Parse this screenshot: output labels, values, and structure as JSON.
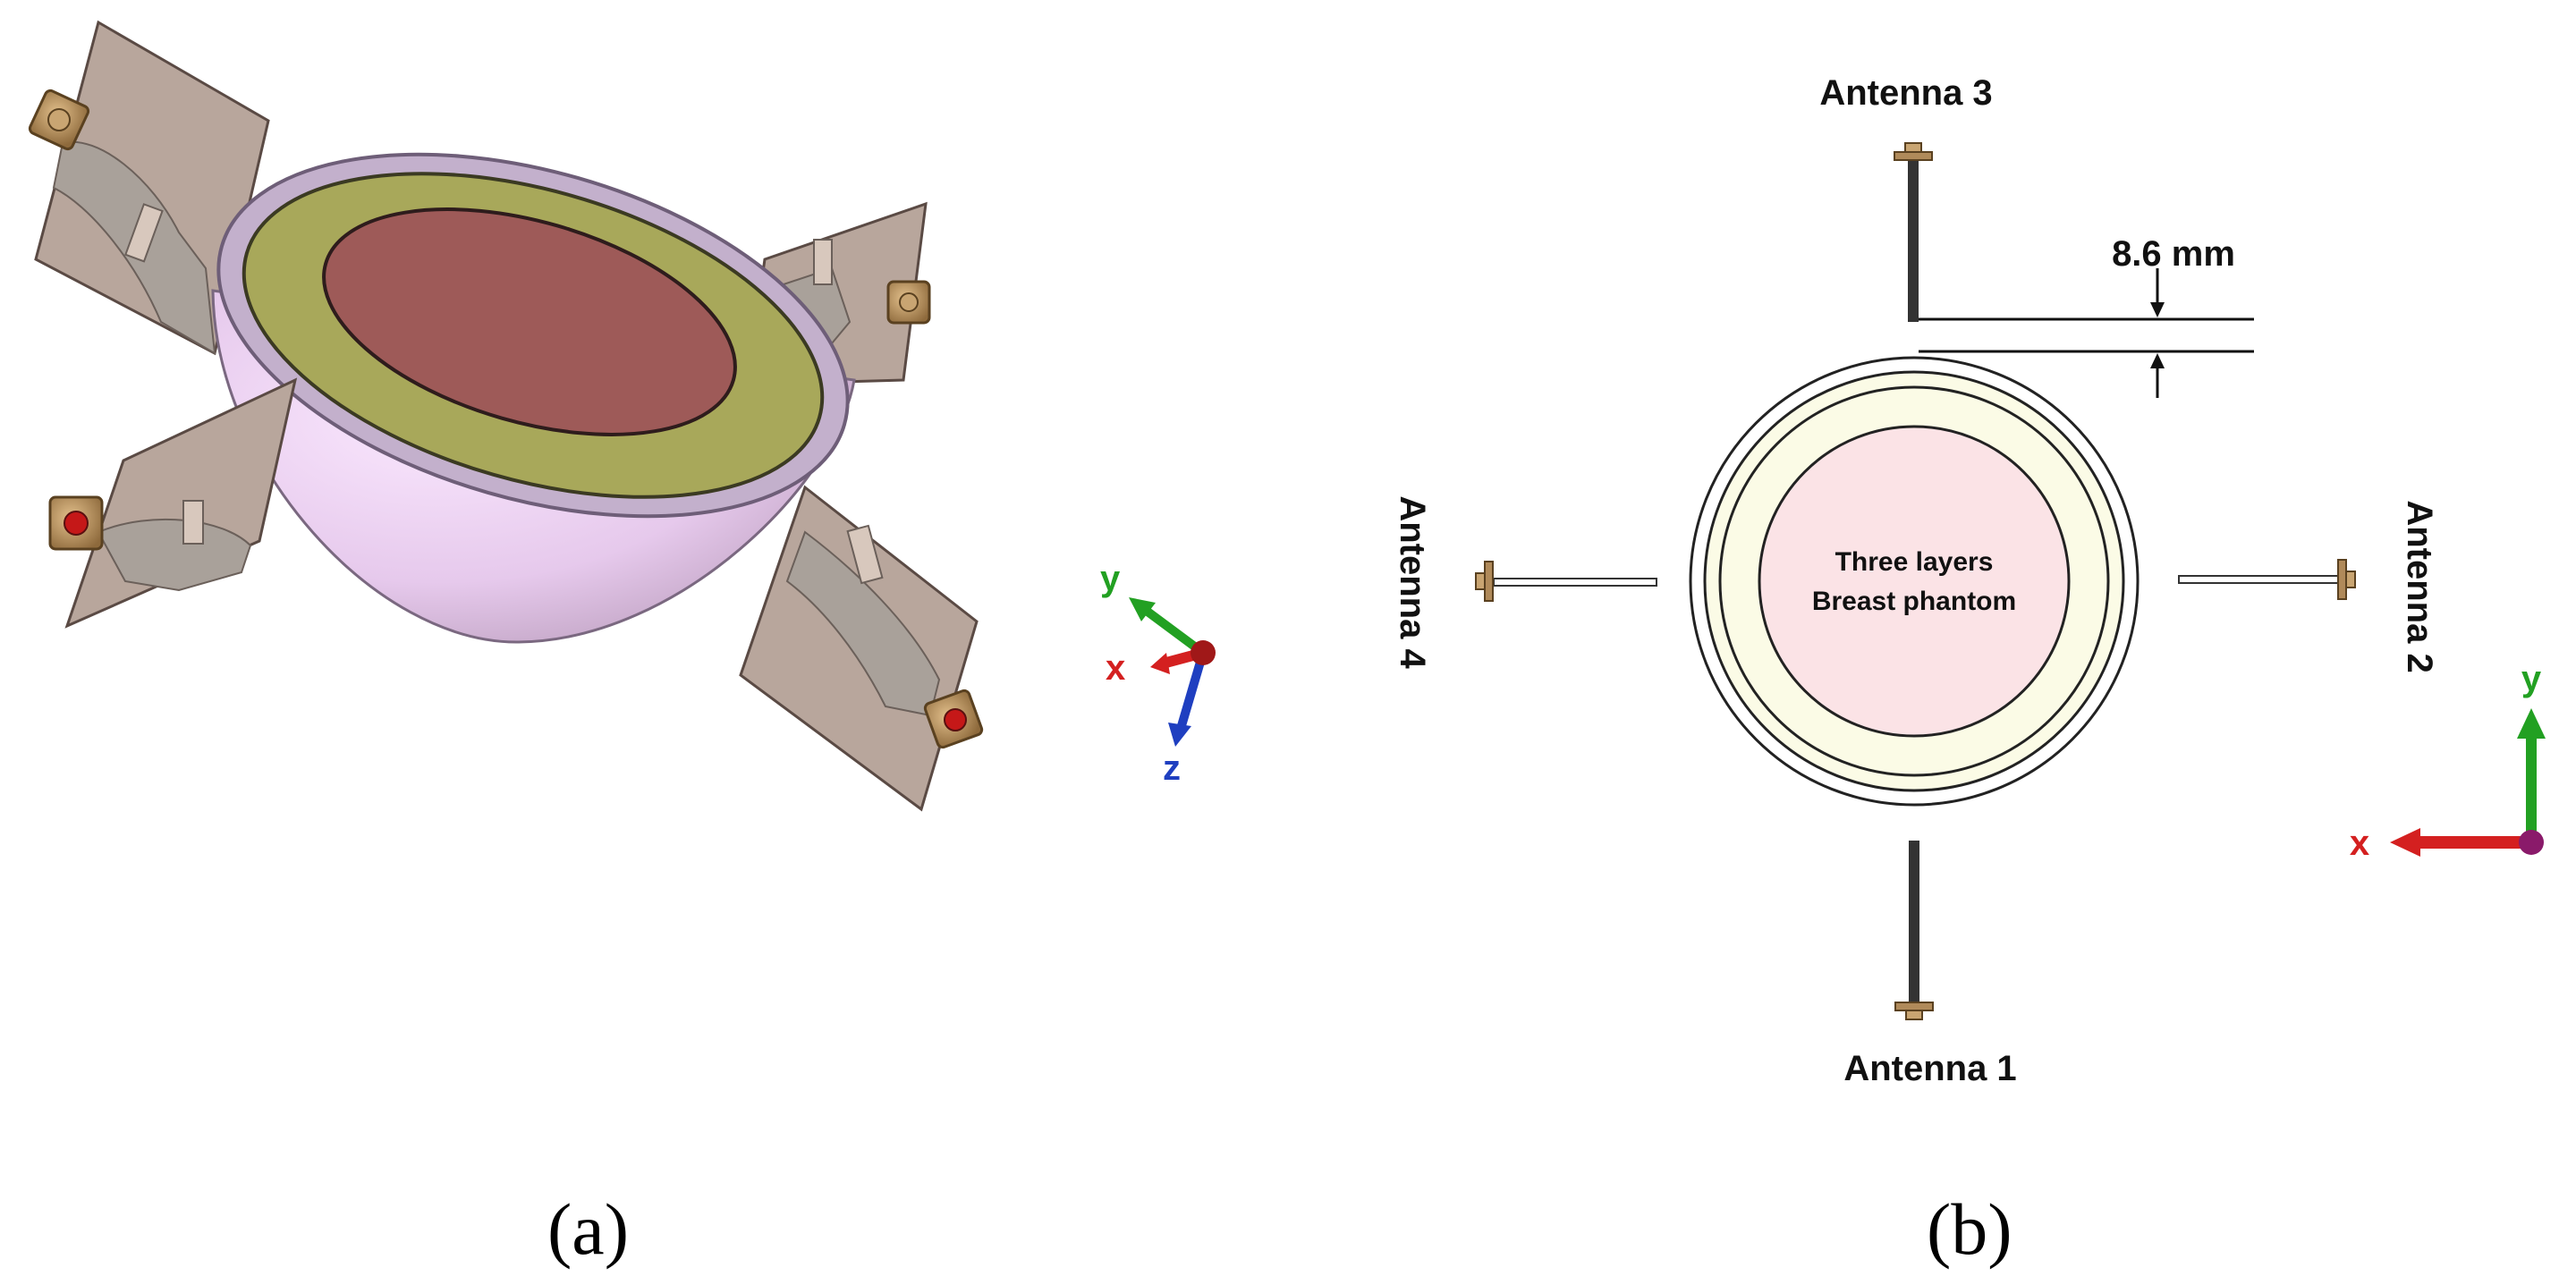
{
  "panels": {
    "a": {
      "label": "(a)"
    },
    "b": {
      "label": "(b)"
    }
  },
  "antennas": {
    "antenna1": "Antenna 1",
    "antenna2": "Antenna 2",
    "antenna3": "Antenna 3",
    "antenna4": "Antenna 4"
  },
  "dimension": {
    "gap": "8.6 mm"
  },
  "phantom": {
    "line1": "Three layers",
    "line2": "Breast phantom"
  },
  "axes_a": {
    "x": "x",
    "y": "y",
    "z": "z"
  },
  "axes_b": {
    "x": "x",
    "y": "y"
  },
  "colors": {
    "axis_x": "#d42020",
    "axis_y": "#22a022",
    "axis_z": "#1f3fc0",
    "bowl_shell": "#e8cfee",
    "bowl_rim": "#b9a6c4",
    "fat_layer": "#a8a85a",
    "gland_layer": "#9e5a58",
    "antenna_board": "#b8a69c",
    "connector": "#b08a5a",
    "phantom_outer_fill": "#fbfbe6",
    "phantom_inner_fill": "#fbe3e6"
  }
}
